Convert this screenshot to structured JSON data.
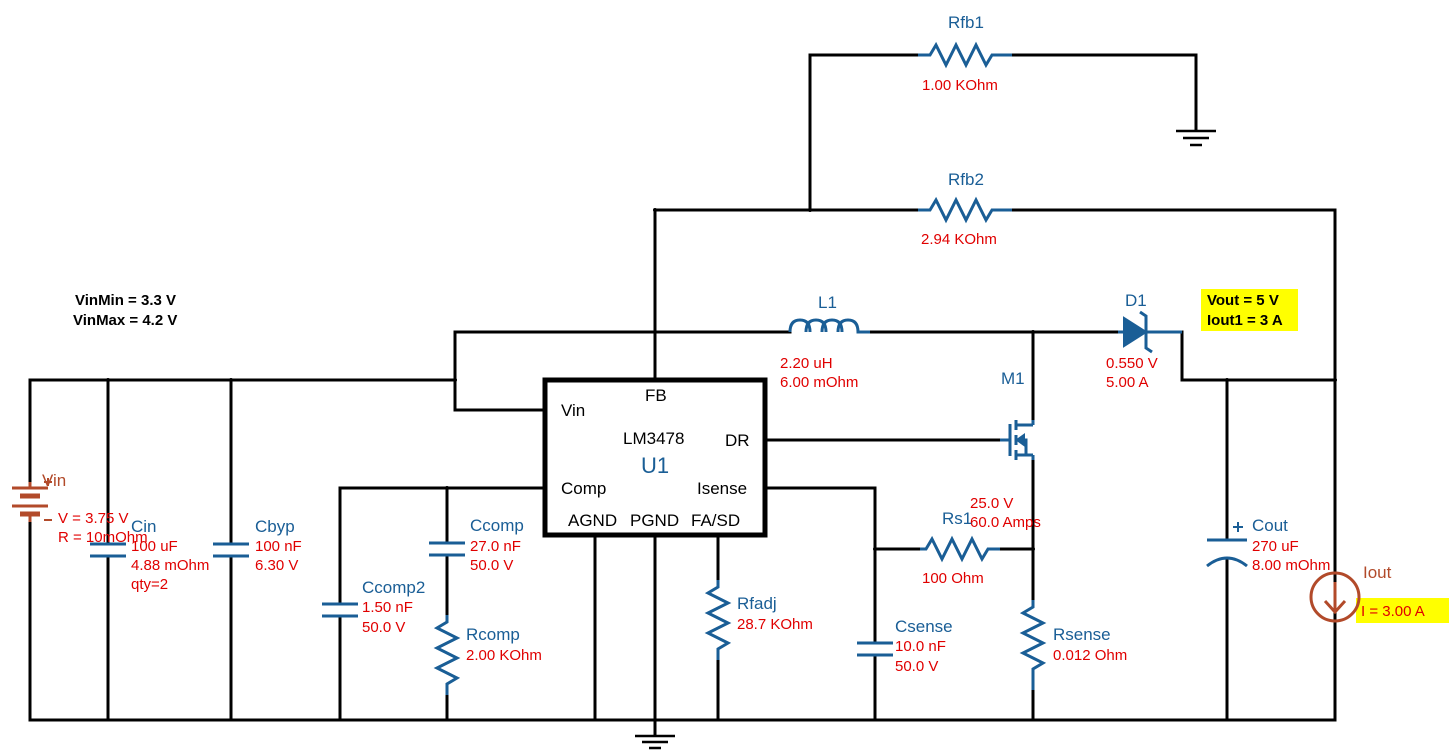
{
  "notes": {
    "vin_min": "VinMin = 3.3 V",
    "vin_max": "VinMax = 4.2 V",
    "vout": "Vout = 5 V",
    "iout1": "Iout1 = 3 A"
  },
  "ic": {
    "part": "LM3478",
    "ref": "U1",
    "pins": {
      "fb": "FB",
      "vin": "Vin",
      "dr": "DR",
      "comp": "Comp",
      "isense": "Isense",
      "agnd": "AGND",
      "pgnd": "PGND",
      "fasd": "FA/SD"
    }
  },
  "components": {
    "rfb1": {
      "name": "Rfb1",
      "v1": "1.00 KOhm"
    },
    "rfb2": {
      "name": "Rfb2",
      "v1": "2.94 KOhm"
    },
    "l1": {
      "name": "L1",
      "v1": "2.20 uH",
      "v2": "6.00 mOhm"
    },
    "d1": {
      "name": "D1",
      "v1": "0.550 V",
      "v2": "5.00 A"
    },
    "m1": {
      "name": "M1",
      "v1": "25.0 V",
      "v2": "60.0 Amps"
    },
    "vin": {
      "name": "Vin",
      "v1": "V = 3.75 V",
      "v2": "R = 10mOhm"
    },
    "cin": {
      "name": "Cin",
      "v1": "100 uF",
      "v2": "4.88 mOhm",
      "v3": "qty=2"
    },
    "cbyp": {
      "name": "Cbyp",
      "v1": "100 nF",
      "v2": "6.30 V"
    },
    "ccomp": {
      "name": "Ccomp",
      "v1": "27.0 nF",
      "v2": "50.0 V"
    },
    "ccomp2": {
      "name": "Ccomp2",
      "v1": "1.50 nF",
      "v2": "50.0 V"
    },
    "rcomp": {
      "name": "Rcomp",
      "v1": "2.00 KOhm"
    },
    "rfadj": {
      "name": "Rfadj",
      "v1": "28.7 KOhm"
    },
    "rs1": {
      "name": "Rs1",
      "v1": "100 Ohm"
    },
    "csense": {
      "name": "Csense",
      "v1": "10.0 nF",
      "v2": "50.0 V"
    },
    "rsense": {
      "name": "Rsense",
      "v1": "0.012 Ohm"
    },
    "cout": {
      "name": "Cout",
      "v1": "270 uF",
      "v2": "8.00 mOhm"
    },
    "iout": {
      "name": "Iout",
      "v1": "I = 3.00 A"
    }
  },
  "colors": {
    "component": "#1a5e96",
    "value_text": "#e00000",
    "source": "#b24a2a",
    "highlight": "#ffff00",
    "wire": "#000000"
  }
}
